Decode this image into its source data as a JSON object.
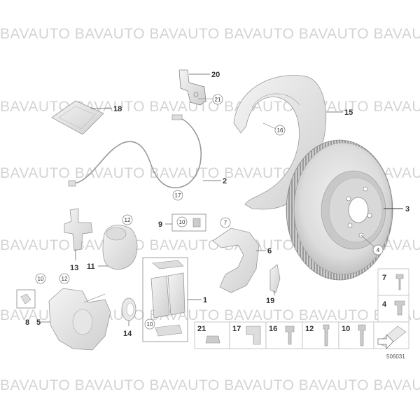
{
  "watermark": {
    "text": "BAVAUTO BAVAUTO BAVAUTO BAVAUTO BAVAUTO BAVAUTO",
    "color": "#d4d4d4"
  },
  "labels": {
    "l1": "1",
    "l2": "2",
    "l3": "3",
    "l5": "5",
    "l6": "6",
    "l7": "7",
    "l8": "8",
    "l9": "9",
    "l11": "11",
    "l13": "13",
    "l14": "14",
    "l15": "15",
    "l18": "18",
    "l19": "19",
    "l20": "20"
  },
  "callouts": {
    "c4": "4",
    "c7": "7",
    "c10a": "10",
    "c10b": "10",
    "c10c": "10",
    "c10d": "10",
    "c12a": "12",
    "c12b": "12",
    "c16": "16",
    "c17": "17",
    "c21": "21"
  },
  "hardware_panel": {
    "side": [
      "7",
      "4"
    ],
    "bottom": [
      "21",
      "17",
      "16",
      "12",
      "10"
    ]
  },
  "doc_id": "506031"
}
